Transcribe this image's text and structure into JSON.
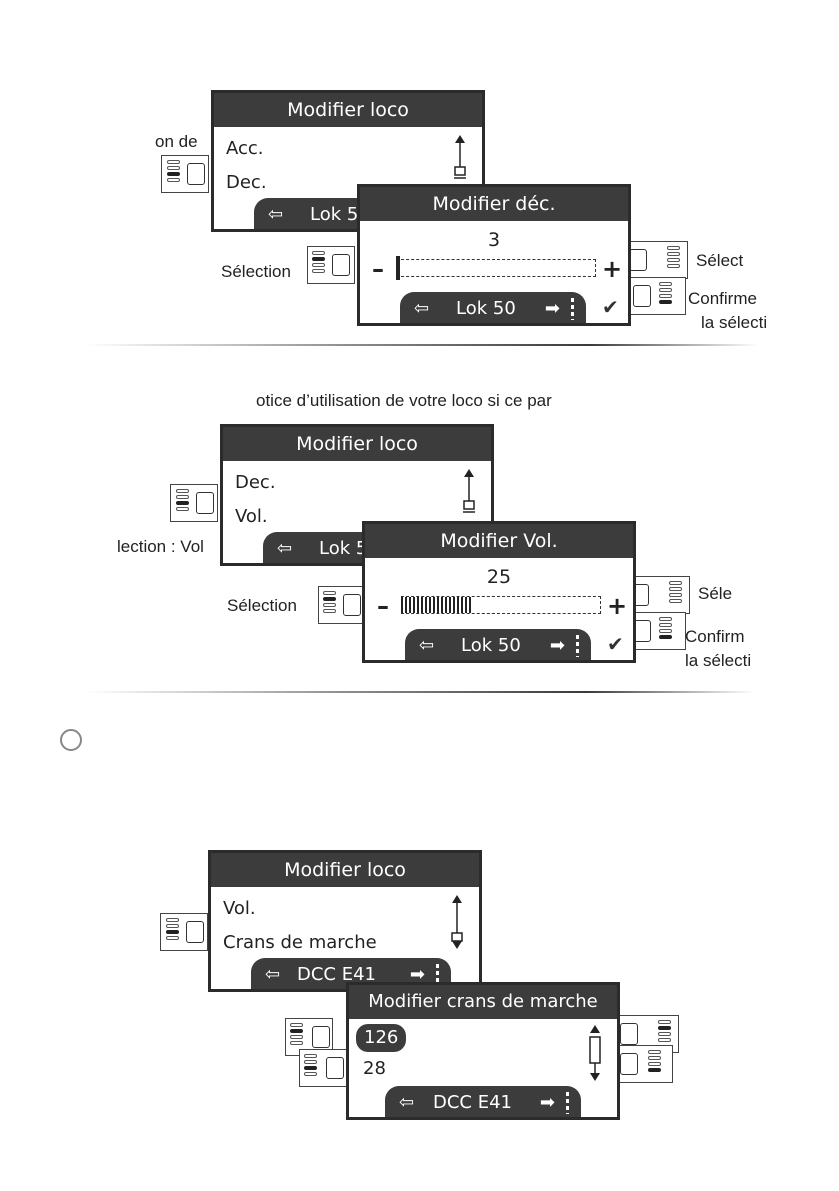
{
  "section1": {
    "labels": {
      "left_top": "on de",
      "left": "Sélection",
      "right_top": "Sélect",
      "right_bottom_1": "Confirme",
      "right_bottom_2": "la sélecti"
    },
    "back_screen": {
      "title": "Modifier loco",
      "items": [
        "Acc.",
        "Dec."
      ],
      "nav_loco": "Lok 5"
    },
    "front_screen": {
      "title": "Modifier déc.",
      "value": "3",
      "level": 0,
      "minus": "–",
      "plus": "+",
      "nav_back": "⇦",
      "nav_loco": "Lok 50",
      "nav_fwd": "➡",
      "check": "✔"
    }
  },
  "section2": {
    "intro": "otice d’utilisation de votre loco si ce par",
    "labels": {
      "left_top": "lection : Vol",
      "left": "Sélection",
      "right_top": "Séle",
      "right_bottom_1": "Confirm",
      "right_bottom_2": "la sélecti"
    },
    "back_screen": {
      "title": "Modifier loco",
      "items": [
        "Dec.",
        "Vol."
      ],
      "nav_loco": "Lok 5"
    },
    "front_screen": {
      "title": "Modifier Vol.",
      "value": "25",
      "level": 0.36,
      "minus": "–",
      "plus": "+",
      "nav_back": "⇦",
      "nav_loco": "Lok 50",
      "nav_fwd": "➡",
      "check": "✔"
    }
  },
  "section3": {
    "back_screen": {
      "title": "Modifier loco",
      "items": [
        "Vol.",
        "Crans de marche"
      ],
      "nav_loco": "DCC E41"
    },
    "front_screen": {
      "title": "Modifier crans de marche",
      "options": [
        "126",
        "28"
      ],
      "selected": "126",
      "nav_back": "⇦",
      "nav_loco": "DCC E41",
      "nav_fwd": "➡"
    }
  },
  "icons": {
    "back": "arrow-left-outline-icon",
    "forward": "arrow-right-filled-icon",
    "check": "checkmark-icon",
    "scroll": "scrollbar-icon",
    "note": "info-circle-icon"
  }
}
